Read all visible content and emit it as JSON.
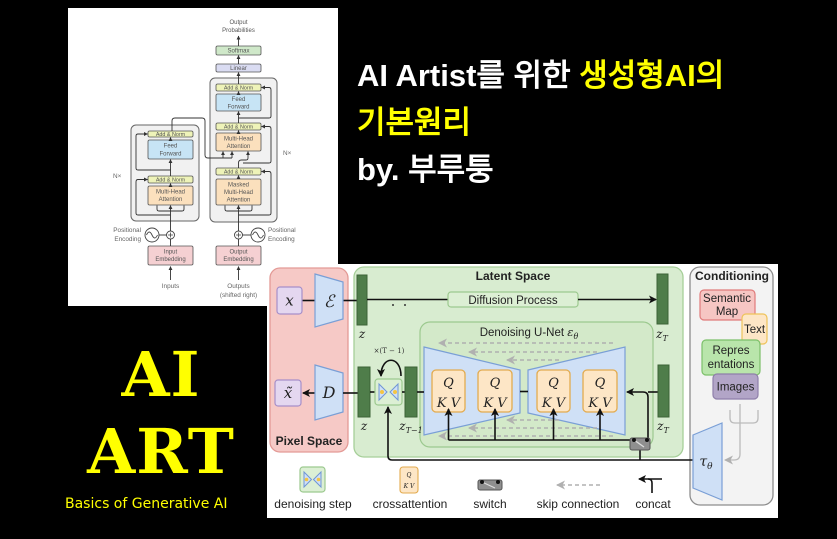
{
  "slide": {
    "colors": {
      "background": "#000000",
      "accent_yellow": "#ffff00",
      "text_white": "#ffffff"
    },
    "title": {
      "line1_white": "AI Artist를 위한 ",
      "line1_yellow": "생성형AI의",
      "line2_yellow": "기본원리",
      "line3_white": "by. 부루퉁"
    },
    "logo": {
      "line1": "AI",
      "line2": "ART",
      "tagline": "Basics of Generative AI"
    }
  },
  "transformer_figure": {
    "output_probabilities": [
      "Output",
      "Probabilities"
    ],
    "softmax": "Softmax",
    "linear": "Linear",
    "encoder": {
      "repeat": "N×",
      "add_norm_top": "Add & Norm",
      "feed_forward": [
        "Feed",
        "Forward"
      ],
      "add_norm_bottom": "Add & Norm",
      "multi_head_attention": [
        "Multi-Head",
        "Attention"
      ],
      "positional_encoding": [
        "Positional",
        "Encoding"
      ],
      "embedding": [
        "Input",
        "Embedding"
      ],
      "input_label": [
        "Inputs"
      ]
    },
    "decoder": {
      "repeat": "N×",
      "add_norm_top": "Add & Norm",
      "feed_forward": [
        "Feed",
        "Forward"
      ],
      "add_norm_mid": "Add & Norm",
      "multi_head_attention": [
        "Multi-Head",
        "Attention"
      ],
      "add_norm_bottom": "Add & Norm",
      "masked_multi_head_attention": [
        "Masked",
        "Multi-Head",
        "Attention"
      ],
      "positional_encoding": [
        "Positional",
        "Encoding"
      ],
      "embedding": [
        "Output",
        "Embedding"
      ],
      "input_label": [
        "Outputs",
        "(shifted right)"
      ]
    }
  },
  "diffusion_figure": {
    "pixel_space": "Pixel Space",
    "latent_space": "Latent Space",
    "conditioning": "Conditioning",
    "diffusion_process": "Diffusion Process",
    "denoising_unet": {
      "text": "Denoising U-Net ",
      "symbol": "ε",
      "sub": "θ"
    },
    "x": "x",
    "x_tilde": "x̃",
    "encoder": "ℰ",
    "decoder": "D",
    "z": "z",
    "z_T": {
      "base": "z",
      "sub": "T"
    },
    "z_T_minus_1": {
      "base": "z",
      "sub": "T−1"
    },
    "repeat_label": "×(T − 1)",
    "tau_theta": {
      "base": "τ",
      "sub": "θ"
    },
    "qkv_blocks": [
      {
        "q": "Q",
        "kv": "K V"
      },
      {
        "q": "Q",
        "kv": "K V"
      },
      {
        "q": "Q",
        "kv": "K V"
      },
      {
        "q": "Q",
        "kv": "K V"
      }
    ],
    "conditioning_inputs": [
      {
        "name": "semantic-map",
        "lines": [
          "Semantic",
          "Map"
        ],
        "color": "#f6c6c3"
      },
      {
        "name": "text",
        "lines": [
          "Text"
        ],
        "color": "#fde6c6"
      },
      {
        "name": "representations",
        "lines": [
          "Repres",
          "entations"
        ],
        "color": "#b9e5ab"
      },
      {
        "name": "images",
        "lines": [
          "Images"
        ],
        "color": "#b2a5c7"
      }
    ],
    "legend": [
      {
        "icon": "denoising-step-icon",
        "label": "denoising step"
      },
      {
        "icon": "crossattention-icon",
        "label": "crossattention",
        "q": "Q",
        "kv": "K V"
      },
      {
        "icon": "switch-icon",
        "label": "switch"
      },
      {
        "icon": "skip-connection-icon",
        "label": "skip connection"
      },
      {
        "icon": "concat-icon",
        "label": "concat"
      }
    ]
  }
}
